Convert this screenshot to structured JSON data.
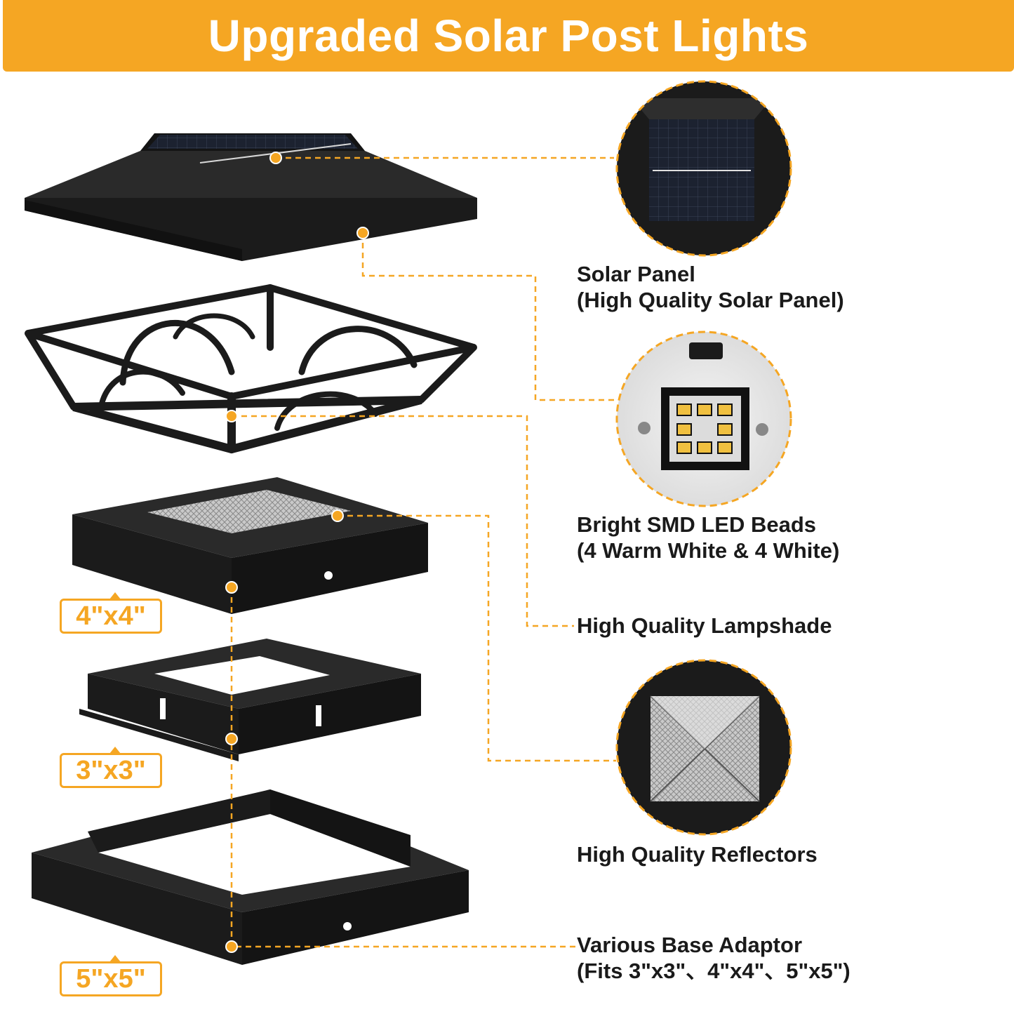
{
  "header": {
    "title": "Upgraded Solar Post Lights"
  },
  "colors": {
    "accent": "#f5a623",
    "part": "#1b1b1b",
    "text": "#1a1a1a"
  },
  "features": [
    {
      "line1": "Solar Panel",
      "line2": "(High Quality Solar Panel)"
    },
    {
      "line1": "Bright SMD LED Beads",
      "line2": "(4 Warm White & 4 White)"
    },
    {
      "line1": "High Quality Lampshade",
      "line2": ""
    },
    {
      "line1": "High Quality Reflectors",
      "line2": ""
    },
    {
      "line1": "Various Base Adaptor",
      "line2": "(Fits 3\"x3\"、4\"x4\"、5\"x5\")"
    }
  ],
  "sizes": [
    "4\"x4\"",
    "3\"x3\"",
    "5\"x5\""
  ]
}
